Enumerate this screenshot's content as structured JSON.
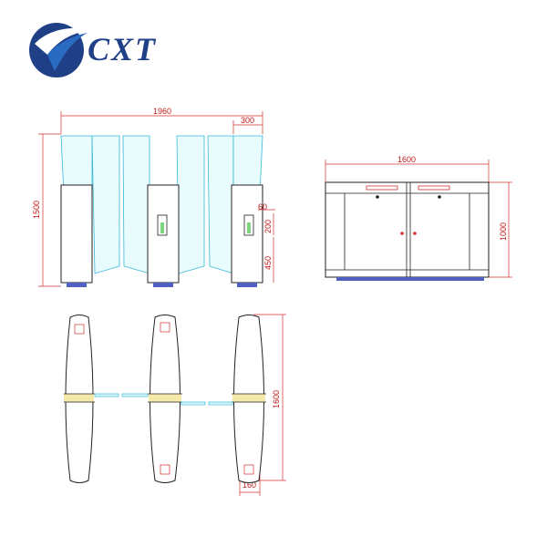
{
  "logo": {
    "text": "CXT",
    "colors": {
      "primary": "#1f3f86",
      "accent": "#2a6bc2"
    }
  },
  "drawing": {
    "front_view": {
      "overall_width": "1960",
      "glass_width": "300",
      "height": "1500",
      "reader_width": "60",
      "reader_height": "200",
      "reader_offset": "450"
    },
    "side_view": {
      "width": "1600",
      "height": "1000"
    },
    "top_view": {
      "length": "1600",
      "width": "160"
    }
  },
  "colors": {
    "dimension": "#c01818",
    "glass": "#38b8d8",
    "outline": "#222222",
    "base": "#5060c0",
    "panel_yellow": "#f4e9a8"
  }
}
